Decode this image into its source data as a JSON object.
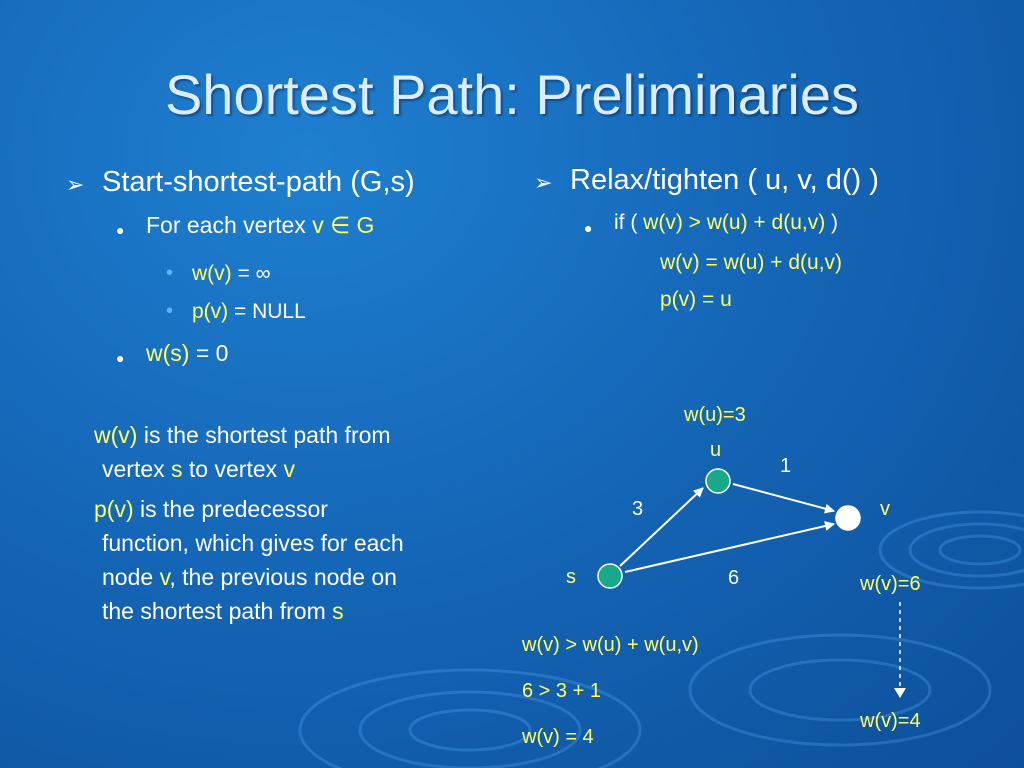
{
  "slide": {
    "title": "Shortest Path: Preliminaries"
  },
  "left": {
    "heading": "Start-shortest-path (G,s)",
    "for_each": {
      "text": "For each vertex ",
      "v": "v ",
      "elem": "∈",
      "g": " G"
    },
    "sub": [
      {
        "lhs": "w(v)",
        "rhs": " = ∞"
      },
      {
        "lhs": "p(v)",
        "rhs": " = NULL"
      }
    ],
    "ws": {
      "lhs": "w(s)",
      "rhs": " = 0"
    },
    "para1": {
      "a": "w(v)",
      "b": " is the shortest path from",
      "c": "vertex ",
      "d": "s",
      "e": " to vertex ",
      "f": "v"
    },
    "para2": {
      "a": "p(v)",
      "b": " is the predecessor",
      "c": "function, which gives for each",
      "d": "node ",
      "e": "v",
      "f": ", the previous node on",
      "g": "the shortest path from ",
      "h": "s"
    }
  },
  "right": {
    "heading": "Relax/tighten ( u, v, d() )",
    "if_line": {
      "a": "if ( ",
      "b": "w(v) > w(u) + d(u,v)",
      "c": " )"
    },
    "line2": "w(v) = w(u) + d(u,v)",
    "line3": "p(v) = u"
  },
  "diagram": {
    "wu_label": "w(u)=3",
    "u_label": "u",
    "v_label": "v",
    "s_label": "s",
    "edge_us": "1",
    "edge_su": "3",
    "edge_sv": "6",
    "wv_before": "w(v)=6",
    "wv_after": "w(v)=4",
    "colors": {
      "node_teal": "#1aa88a",
      "node_white": "#ffffff",
      "accent_yellow": "#ffff66"
    }
  },
  "equations": [
    "w(v) > w(u) + w(u,v)",
    "6 > 3 + 1",
    "w(v) = 4"
  ]
}
